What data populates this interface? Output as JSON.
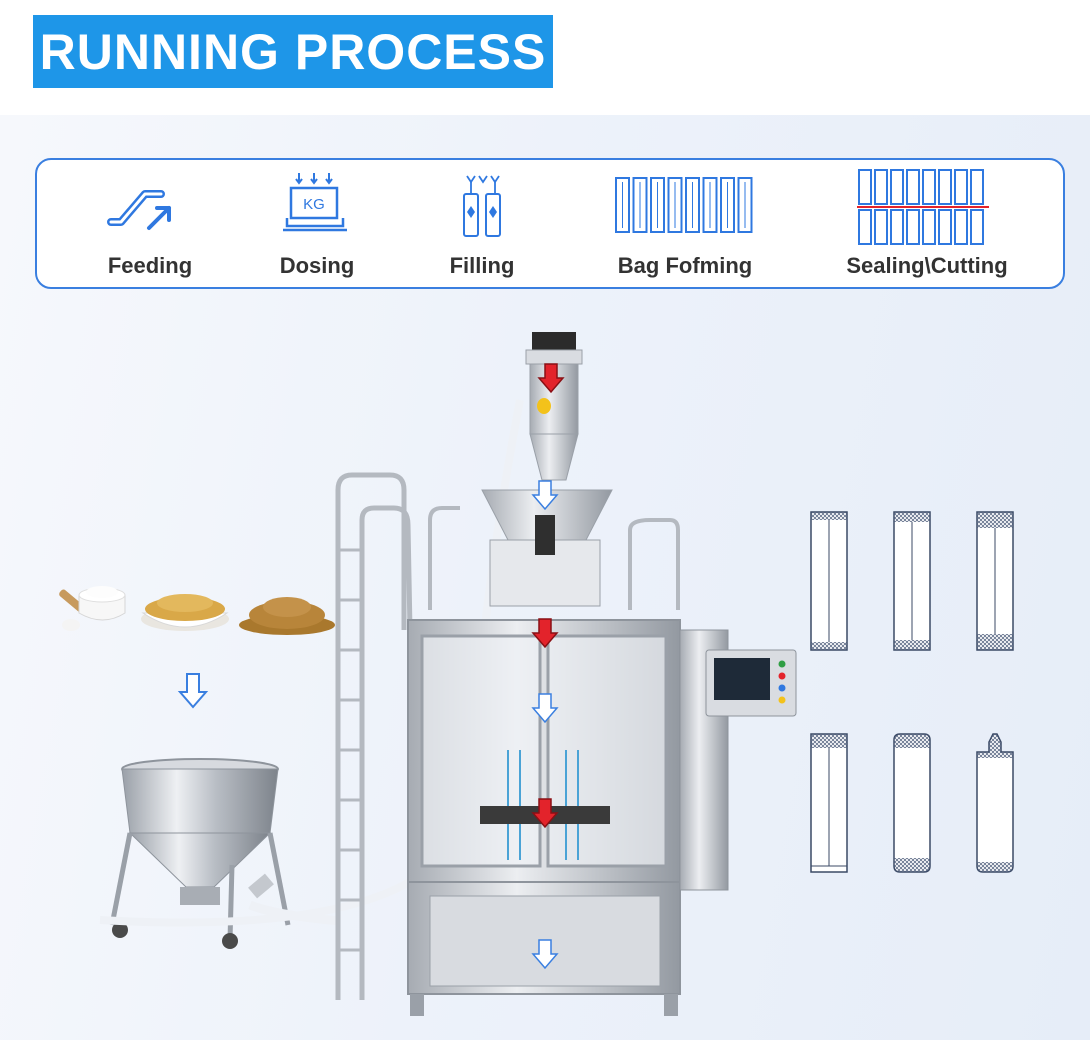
{
  "header": {
    "title": "RUNNING PROCESS"
  },
  "steps": [
    {
      "label": "Feeding",
      "icon": "escalator-icon"
    },
    {
      "label": "Dosing",
      "icon": "scale-kg-icon",
      "icon_text": "KG"
    },
    {
      "label": "Filling",
      "icon": "filling-nozzles-icon"
    },
    {
      "label": "Bag Fofming",
      "icon": "bag-strips-icon"
    },
    {
      "label": "Sealing\\Cutting",
      "icon": "seal-cut-strips-icon"
    }
  ],
  "colors": {
    "banner": "#1e96e8",
    "accent_blue": "#2f78e0",
    "flow_arrow_red": "#e3232b",
    "flow_arrow_outline": "#3a7fe0",
    "cut_line": "#e3232b"
  },
  "illustrations": {
    "raw_materials": [
      "salt-bowl",
      "brown-sugar-bowl",
      "seeds-pile"
    ],
    "vessel": "stainless-hopper-tank",
    "machine": "multi-lane-stick-pack-machine",
    "bag_styles_count": 6
  }
}
